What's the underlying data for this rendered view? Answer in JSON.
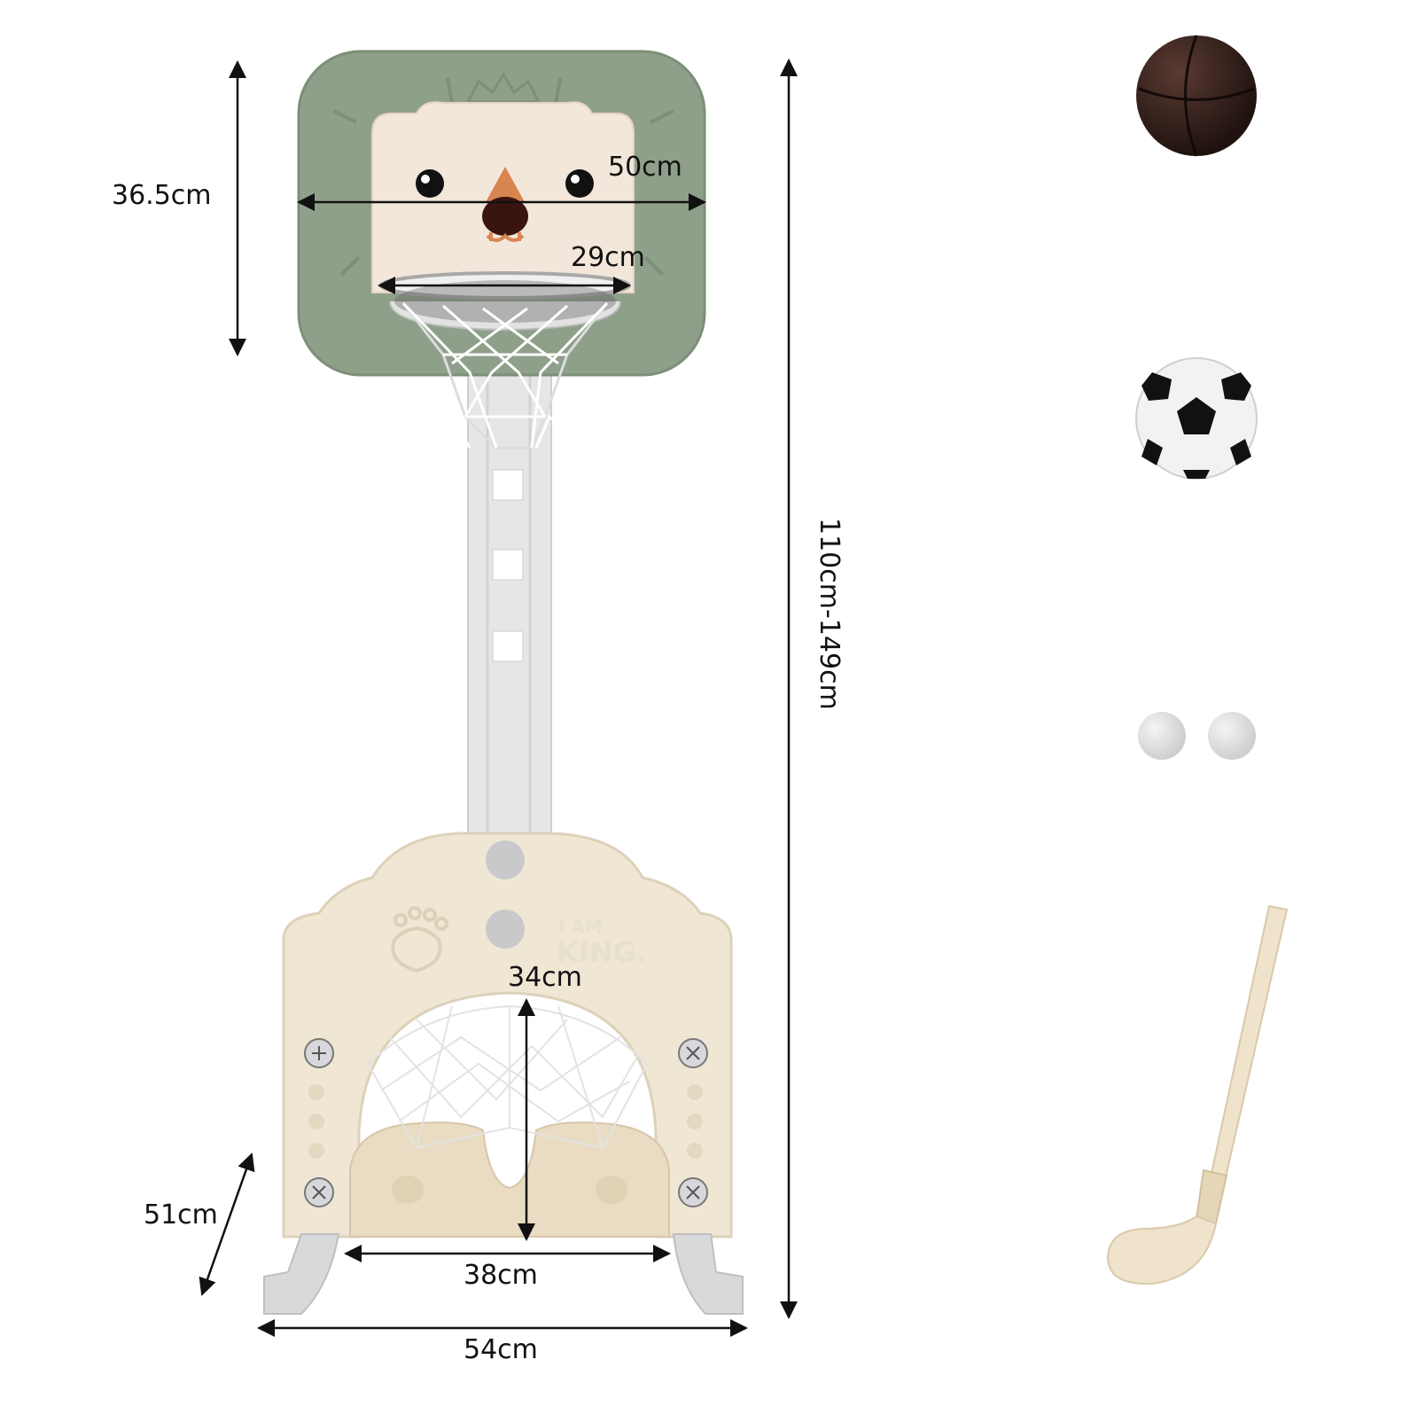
{
  "dimensions": {
    "backboard_height": "36.5cm",
    "backboard_width": "50cm",
    "hoop_diameter": "29cm",
    "total_height": "110cm-149cm",
    "goal_height": "34cm",
    "goal_width": "38cm",
    "base_depth": "51cm",
    "base_width": "54cm"
  },
  "base_text": {
    "line1": "I AM",
    "line2": "KING."
  },
  "colors": {
    "backboard": "#8fa08a",
    "face_panel": "#f3e6da",
    "base": "#efe6d4",
    "pole": "#e6e6e6",
    "feet": "#d9d9dc",
    "basketball": "#2a1a16",
    "club": "#efe3cc"
  }
}
